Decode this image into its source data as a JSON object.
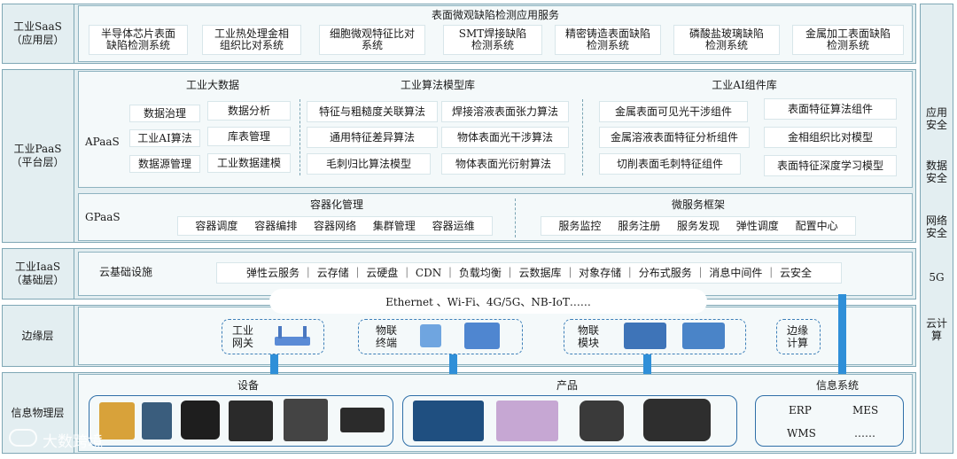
{
  "layers": {
    "saas": "工业SaaS\n（应用层）",
    "paas": "工业PaaS\n（平台层）",
    "iaas": "工业IaaS\n（基础层）",
    "edge": "边缘层",
    "physical": "信息物理层"
  },
  "saas": {
    "title": "表面微观缺陷检测应用服务",
    "apps": [
      "半导体芯片表面\n缺陷检测系统",
      "工业热处理金相\n组织比对系统",
      "细胞微观特征比对\n系统",
      "SMT焊接缺陷\n检测系统",
      "精密铸造表面缺陷\n检测系统",
      "磷酸盐玻璃缺陷\n检测系统",
      "金属加工表面缺陷\n检测系统"
    ]
  },
  "apaas": {
    "label": "APaaS",
    "bigdata": {
      "title": "工业大数据",
      "items": [
        "数据治理",
        "数据分析",
        "工业AI算法",
        "库表管理",
        "数据源管理",
        "工业数据建模"
      ]
    },
    "algo": {
      "title": "工业算法模型库",
      "items": [
        "特征与粗糙度关联算法",
        "焊接溶液表面张力算法",
        "通用特征差异算法",
        "物体表面光干涉算法",
        "毛刺归比算法模型",
        "物体表面光衍射算法"
      ]
    },
    "ai": {
      "title": "工业AI组件库",
      "items": [
        "金属表面可见光干涉组件",
        "表面特征算法组件",
        "金属溶液表面特征分析组件",
        "金相组织比对模型",
        "切削表面毛刺特征组件",
        "表面特征深度学习模型"
      ]
    }
  },
  "gpaas": {
    "label": "GPaaS",
    "container": {
      "title": "容器化管理",
      "items": [
        "容器调度",
        "容器编排",
        "容器网络",
        "集群管理",
        "容器运维"
      ]
    },
    "micro": {
      "title": "微服务框架",
      "items": [
        "服务监控",
        "服务注册",
        "服务发现",
        "弹性调度",
        "配置中心"
      ]
    }
  },
  "iaas": {
    "label": "云基础设施",
    "items": "弹性云服务 ｜ 云存储 ｜ 云硬盘 ｜ CDN ｜ 负载均衡 ｜ 云数据库 ｜ 对象存储 ｜ 分布式服务 ｜ 消息中间件 ｜ 云安全"
  },
  "edge": {
    "network": "Ethernet 、Wi-Fi、4G/5G、NB-IoT……",
    "gateway": "工业\n网关",
    "terminal": "物联\n终端",
    "module": "物联\n模块",
    "compute": "边缘\n计算"
  },
  "physical": {
    "equipment": "设备",
    "product": "产品",
    "info": "信息系统",
    "systems": [
      "ERP",
      "MES",
      "WMS",
      "……"
    ]
  },
  "security": [
    "应用\n安全",
    "数据\n安全",
    "网络\n安全",
    "5G",
    "云计\n算"
  ],
  "watermark": "大数跨境",
  "colors": {
    "band": "#e3eef1",
    "border": "#7fa7b5",
    "accent": "#2f8fd8",
    "dash": "#3d7fb8"
  }
}
